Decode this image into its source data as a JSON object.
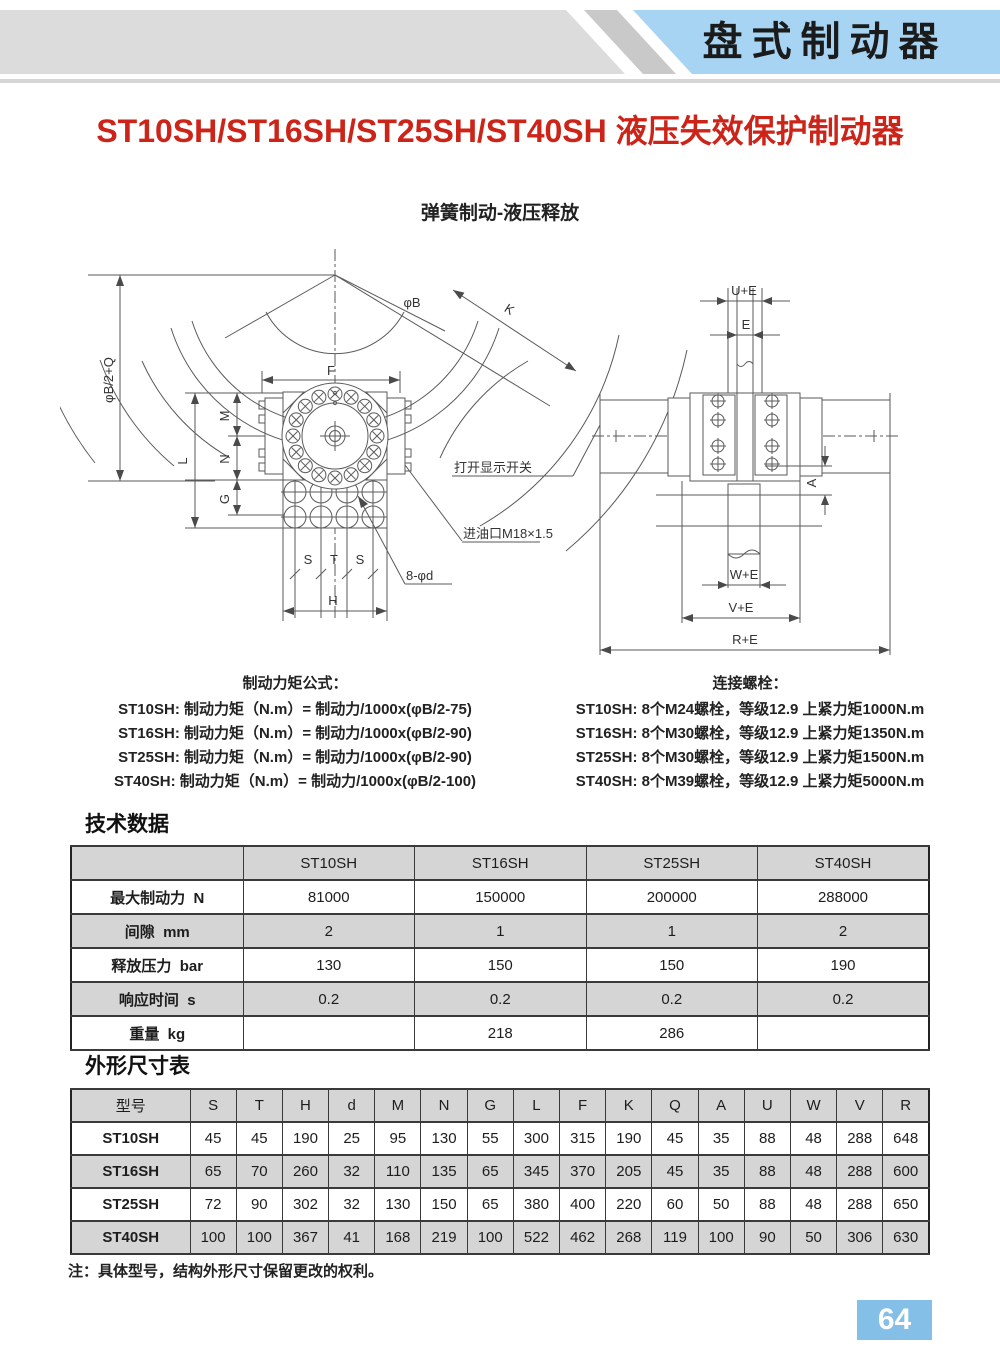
{
  "header": {
    "banner_title": "盘式制动器"
  },
  "title": "ST10SH/ST16SH/ST25SH/ST40SH 液压失效保护制动器",
  "subtitle": "弹簧制动-液压释放",
  "diagram": {
    "left": {
      "dim_b2q": "φB/2+Q",
      "dim_k": "K",
      "dim_phib": "φB",
      "dim_f": "F",
      "dim_m": "M",
      "dim_n": "N",
      "dim_l": "L",
      "dim_g": "G",
      "dim_s1": "S",
      "dim_t": "T",
      "dim_s2": "S",
      "dim_h": "H",
      "note_switch": "打开显示开关",
      "note_oil": "进油口M18×1.5",
      "note_holes": "8-φd"
    },
    "right": {
      "dim_ue": "U+E",
      "dim_e": "E",
      "dim_a": "A",
      "dim_we": "W+E",
      "dim_ve": "V+E",
      "dim_re": "R+E"
    }
  },
  "formulas": {
    "title": "制动力矩公式：",
    "items": [
      "ST10SH: 制动力矩（N.m）= 制动力/1000x(φB/2-75)",
      "ST16SH: 制动力矩（N.m）= 制动力/1000x(φB/2-90)",
      "ST25SH: 制动力矩（N.m）= 制动力/1000x(φB/2-90)",
      "ST40SH: 制动力矩（N.m）= 制动力/1000x(φB/2-100)"
    ]
  },
  "bolts": {
    "title": "连接螺栓：",
    "items": [
      "ST10SH: 8个M24螺栓，等级12.9 上紧力矩1000N.m",
      "ST16SH: 8个M30螺栓，等级12.9 上紧力矩1350N.m",
      "ST25SH: 8个M30螺栓，等级12.9 上紧力矩1500N.m",
      "ST40SH: 8个M39螺栓，等级12.9 上紧力矩5000N.m"
    ]
  },
  "tech_table": {
    "section_title": "技术数据",
    "columns": [
      "",
      "ST10SH",
      "ST16SH",
      "ST25SH",
      "ST40SH"
    ],
    "rows": [
      {
        "label": "最大制动力  N",
        "values": [
          "81000",
          "150000",
          "200000",
          "288000"
        ]
      },
      {
        "label": "间隙  mm",
        "values": [
          "2",
          "1",
          "1",
          "2"
        ]
      },
      {
        "label": "释放压力  bar",
        "values": [
          "130",
          "150",
          "150",
          "190"
        ]
      },
      {
        "label": "响应时间  s",
        "values": [
          "0.2",
          "0.2",
          "0.2",
          "0.2"
        ]
      },
      {
        "label": "重量  kg",
        "values": [
          "",
          "218",
          "286",
          ""
        ]
      }
    ]
  },
  "dim_table": {
    "section_title": "外形尺寸表",
    "columns": [
      "型号",
      "S",
      "T",
      "H",
      "d",
      "M",
      "N",
      "G",
      "L",
      "F",
      "K",
      "Q",
      "A",
      "U",
      "W",
      "V",
      "R"
    ],
    "rows": [
      {
        "label": "ST10SH",
        "values": [
          "45",
          "45",
          "190",
          "25",
          "95",
          "130",
          "55",
          "300",
          "315",
          "190",
          "45",
          "35",
          "88",
          "48",
          "288",
          "648"
        ]
      },
      {
        "label": "ST16SH",
        "values": [
          "65",
          "70",
          "260",
          "32",
          "110",
          "135",
          "65",
          "345",
          "370",
          "205",
          "45",
          "35",
          "88",
          "48",
          "288",
          "600"
        ]
      },
      {
        "label": "ST25SH",
        "values": [
          "72",
          "90",
          "302",
          "32",
          "130",
          "150",
          "65",
          "380",
          "400",
          "220",
          "60",
          "50",
          "88",
          "48",
          "288",
          "650"
        ]
      },
      {
        "label": "ST40SH",
        "values": [
          "100",
          "100",
          "367",
          "41",
          "168",
          "219",
          "100",
          "522",
          "462",
          "268",
          "119",
          "100",
          "90",
          "50",
          "306",
          "630"
        ]
      }
    ]
  },
  "footnote": "注：具体型号，结构外形尺寸保留更改的权利。",
  "page_number": "64",
  "colors": {
    "banner_blue": "#a6d4f2",
    "title_red": "#cc2418",
    "table_gray": "#d5d5d5",
    "badge_blue": "#84bfe8"
  }
}
